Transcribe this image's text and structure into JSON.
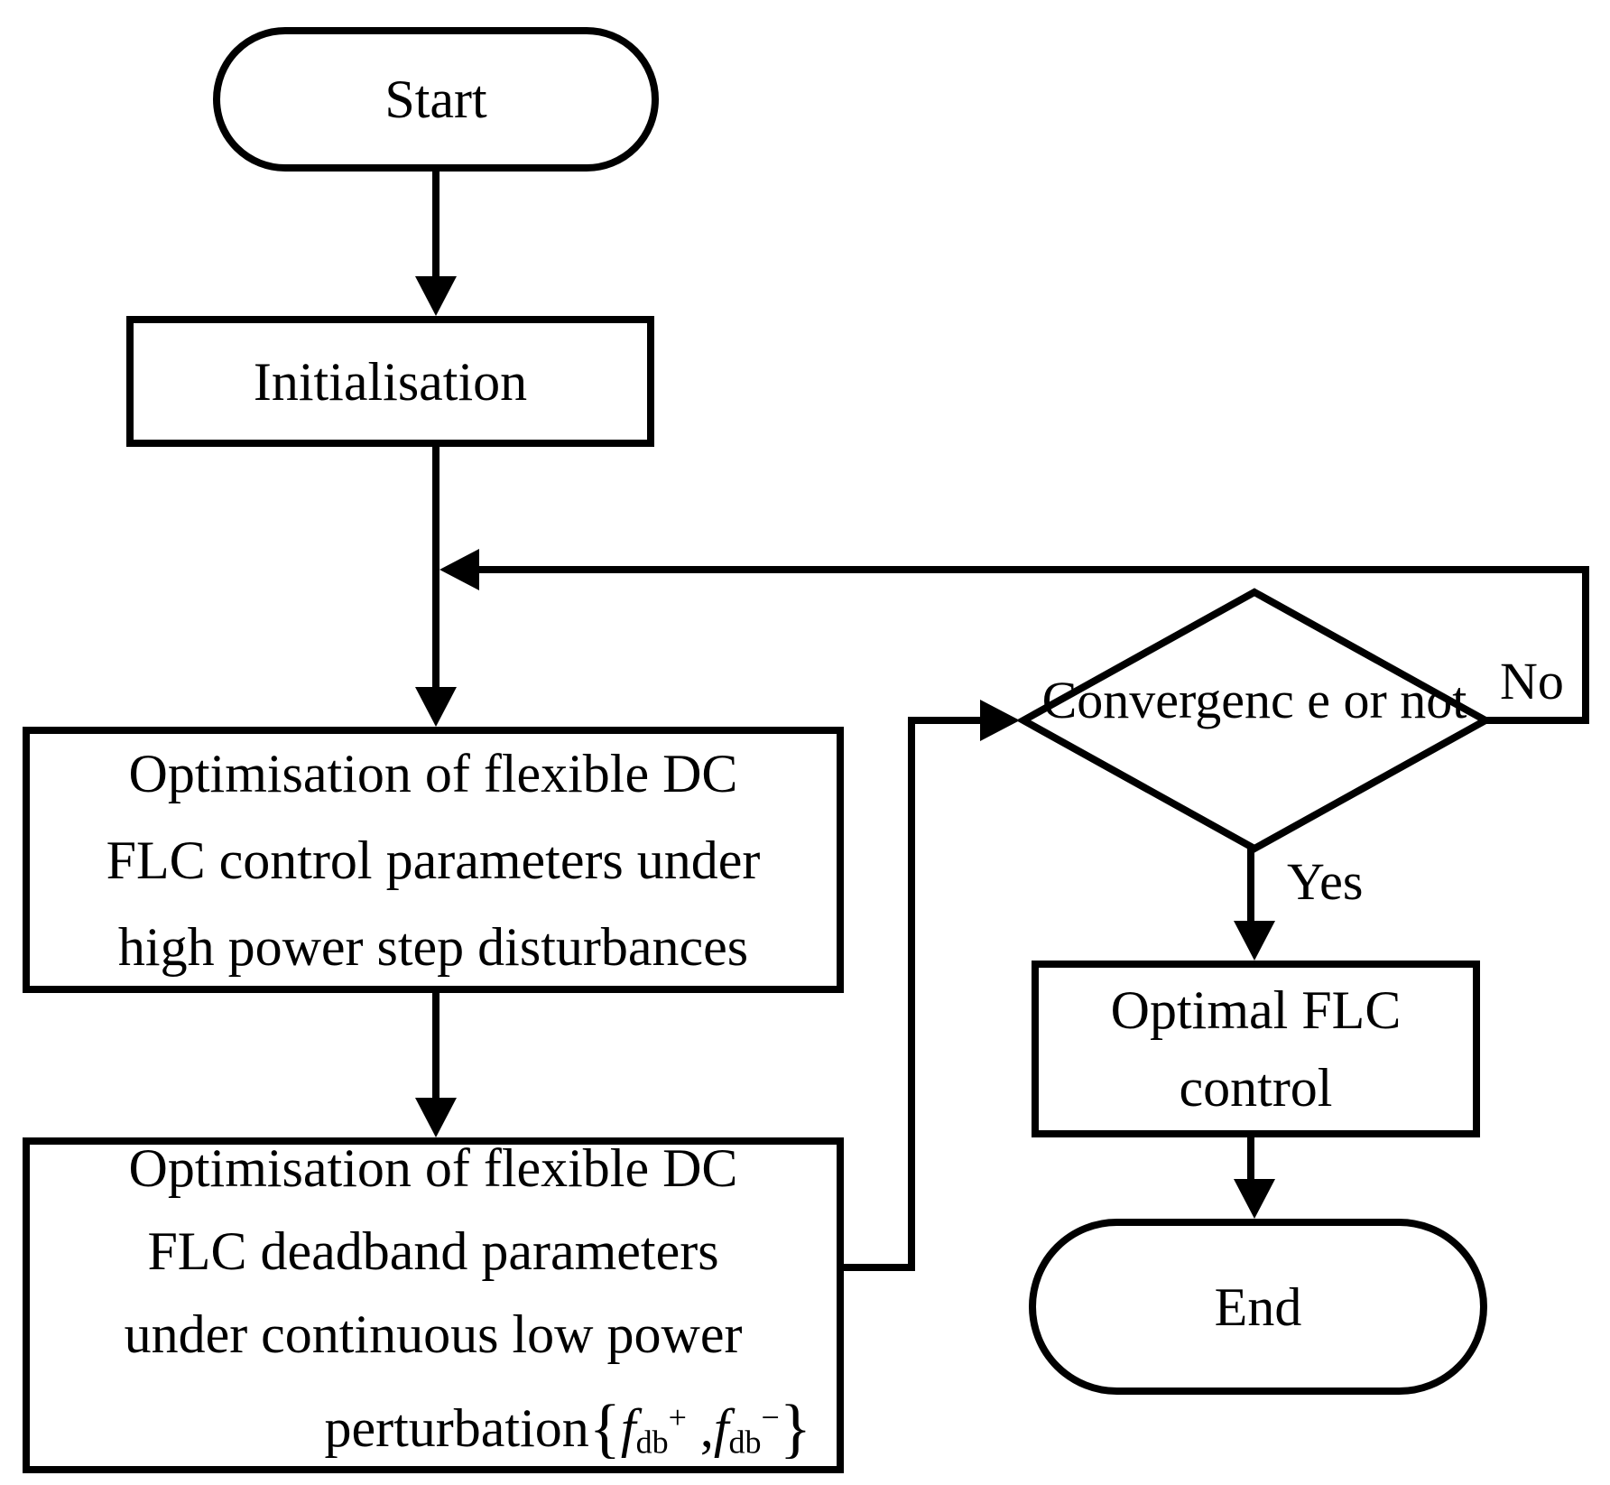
{
  "figure": {
    "colors": {
      "stroke": "#000000",
      "background": "#ffffff",
      "text": "#000000"
    },
    "nodes": {
      "start": {
        "label": "Start"
      },
      "init": {
        "label": "Initialisation"
      },
      "box1": {
        "lines": [
          "Optimisation of flexible DC",
          "FLC control parameters under",
          "high power step disturbances"
        ]
      },
      "box2": {
        "lines": [
          "Optimisation of flexible DC",
          "FLC deadband parameters",
          "under continuous low power"
        ],
        "line4_prefix": "perturbation",
        "formula": {
          "open_brace": "{",
          "f1": "f",
          "f1_sub": "db",
          "f1_sup": "+",
          "comma": ",",
          "f2": "f",
          "f2_sub": "db",
          "f2_sup": "−",
          "close_brace": "}"
        }
      },
      "decision": {
        "line1": "Convergenc",
        "line2": "e or not"
      },
      "optimal": {
        "lines": [
          "Optimal FLC",
          "control"
        ]
      },
      "end": {
        "label": "End"
      }
    },
    "edge_labels": {
      "no": "No",
      "yes": "Yes"
    }
  }
}
